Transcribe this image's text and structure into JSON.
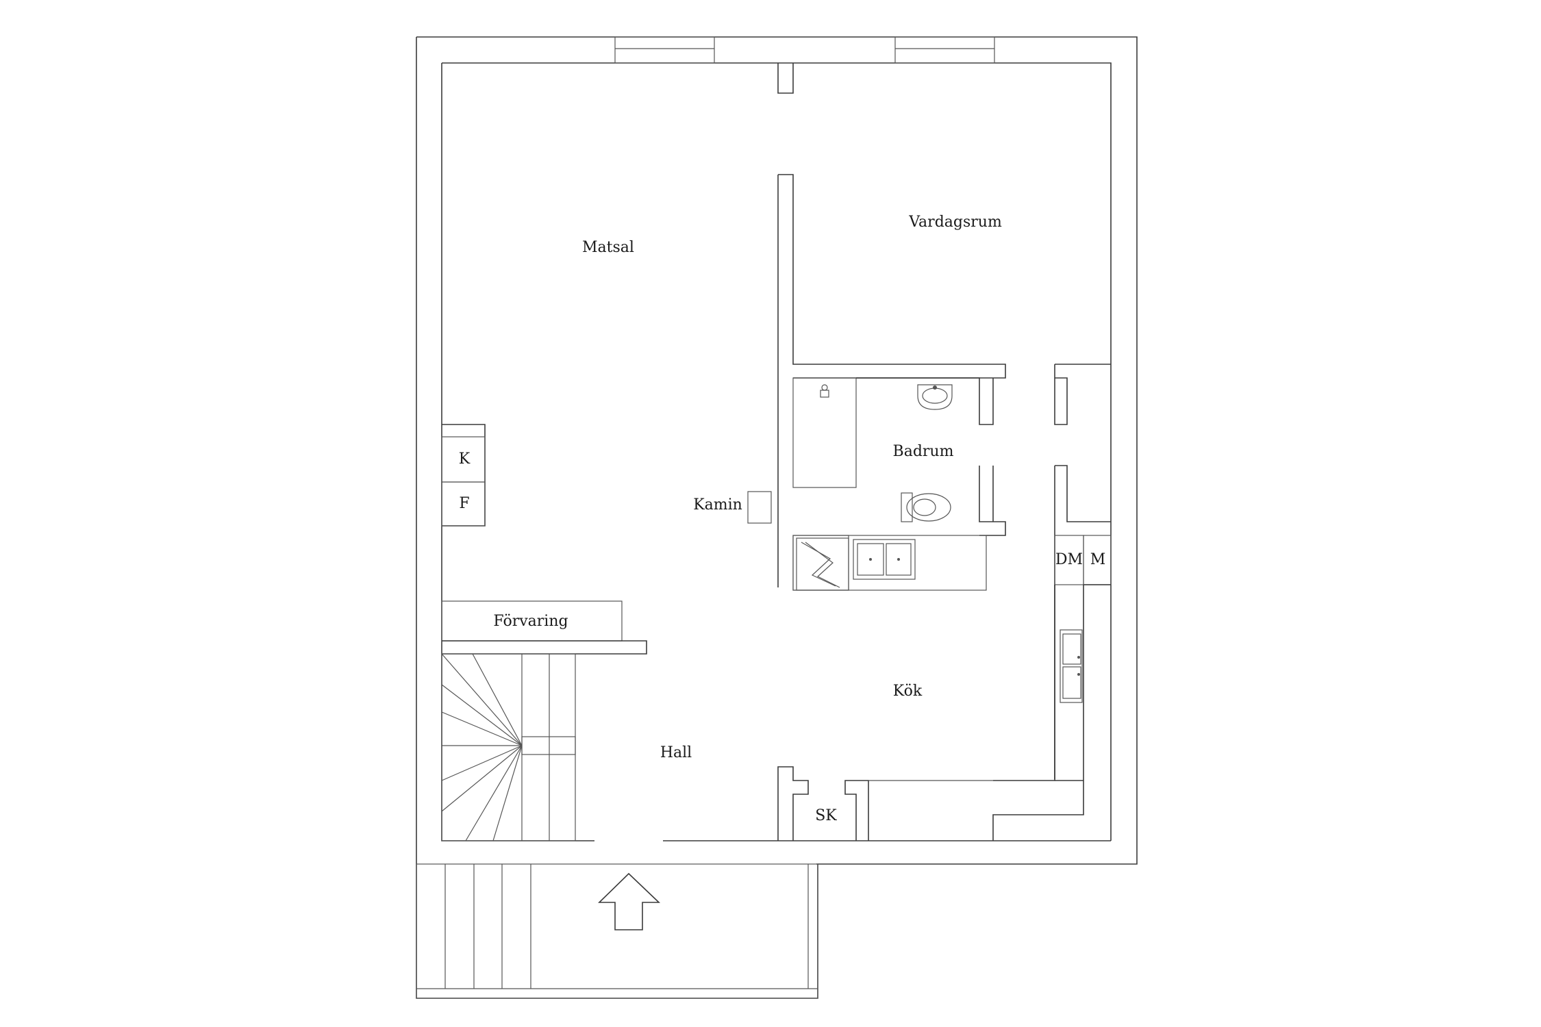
{
  "rooms": {
    "matsal": "Matsal",
    "vardagsrum": "Vardagsrum",
    "badrum": "Badrum",
    "kamin": "Kamin",
    "kok": "Kök",
    "hall": "Hall",
    "forvaring": "Förvaring",
    "sk": "SK",
    "k": "K",
    "f": "F",
    "dm": "DM",
    "m": "M"
  },
  "colors": {
    "line": "#3a3a3a",
    "background": "#ffffff"
  },
  "icons": [
    "entrance-arrow-icon",
    "sink-icon",
    "toilet-icon",
    "washbasin-icon",
    "stove-icon",
    "staircase-icon"
  ]
}
